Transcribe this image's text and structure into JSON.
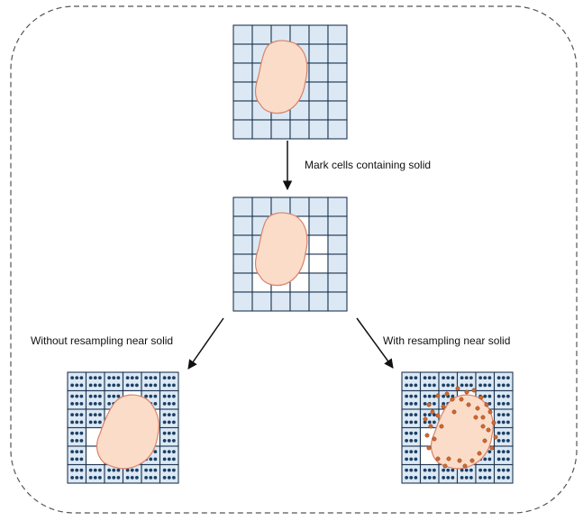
{
  "labels": {
    "step1": "Mark cells containing solid",
    "left": "Without resampling near solid",
    "right": "With resampling near solid"
  },
  "grid": {
    "rows": 6,
    "cols": 6
  },
  "masks": {
    "marked": [
      [
        0,
        0,
        0,
        0,
        0,
        0
      ],
      [
        0,
        0,
        0,
        1,
        0,
        0
      ],
      [
        0,
        0,
        1,
        1,
        1,
        0
      ],
      [
        0,
        1,
        1,
        1,
        1,
        0
      ],
      [
        0,
        1,
        1,
        1,
        0,
        0
      ],
      [
        0,
        0,
        0,
        0,
        0,
        0
      ]
    ]
  },
  "colors": {
    "cell_fill": "#dce9f5",
    "grid_line": "#1f3550",
    "solid_fill": "#fbdcc8",
    "solid_stroke": "#d9826a",
    "particle": "#1c3f63",
    "resampled_particle": "#d0692f",
    "border_dash": "#555555",
    "arrow": "#111111"
  }
}
